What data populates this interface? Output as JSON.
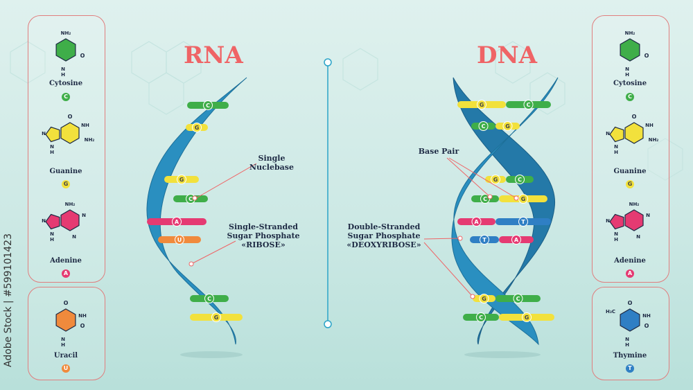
{
  "rna": {
    "title": "RNA",
    "label_single_nucleobase": [
      "Single",
      "Nuclebase"
    ],
    "label_strand": [
      "Single-Stranded",
      "Sugar Phosphate",
      "«RIBOSE»"
    ],
    "rungs": [
      "C",
      "G",
      "G",
      "C",
      "A",
      "U",
      "C",
      "G"
    ]
  },
  "dna": {
    "title": "DNA",
    "label_base_pair": "Base Pair",
    "label_strand": [
      "Double-Stranded",
      "Sugar Phosphate",
      "«DEOXYRIBOSE»"
    ],
    "pairs": [
      [
        "G",
        "C"
      ],
      [
        "C",
        "G"
      ],
      [
        "G",
        "C"
      ],
      [
        "C",
        "G"
      ],
      [
        "A",
        "T"
      ],
      [
        "T",
        "A"
      ],
      [
        "G",
        "C"
      ],
      [
        "C",
        "G"
      ]
    ]
  },
  "left_panel": {
    "molecules": [
      {
        "name": "Cytosine",
        "letter": "C"
      },
      {
        "name": "Guanine",
        "letter": "G"
      },
      {
        "name": "Adenine",
        "letter": "A"
      }
    ],
    "bottom": {
      "name": "Uracil",
      "letter": "U"
    }
  },
  "right_panel": {
    "molecules": [
      {
        "name": "Cytosine",
        "letter": "C"
      },
      {
        "name": "Guanine",
        "letter": "G"
      },
      {
        "name": "Adenine",
        "letter": "A"
      }
    ],
    "bottom": {
      "name": "Thymine",
      "letter": "T"
    }
  },
  "atoms": {
    "nh2": "NH₂",
    "nh": "NH",
    "n": "N",
    "h": "H",
    "o": "O",
    "h3c": "H₃C"
  },
  "watermark": "Adobe Stock | #599101423",
  "colors": {
    "cytosine": "#3fae49",
    "guanine": "#f2e13c",
    "adenine": "#e53a72",
    "uracil": "#f08a3c",
    "thymine": "#2f7fc4",
    "helix": "#2a8fc0",
    "accent": "#ef6466"
  }
}
